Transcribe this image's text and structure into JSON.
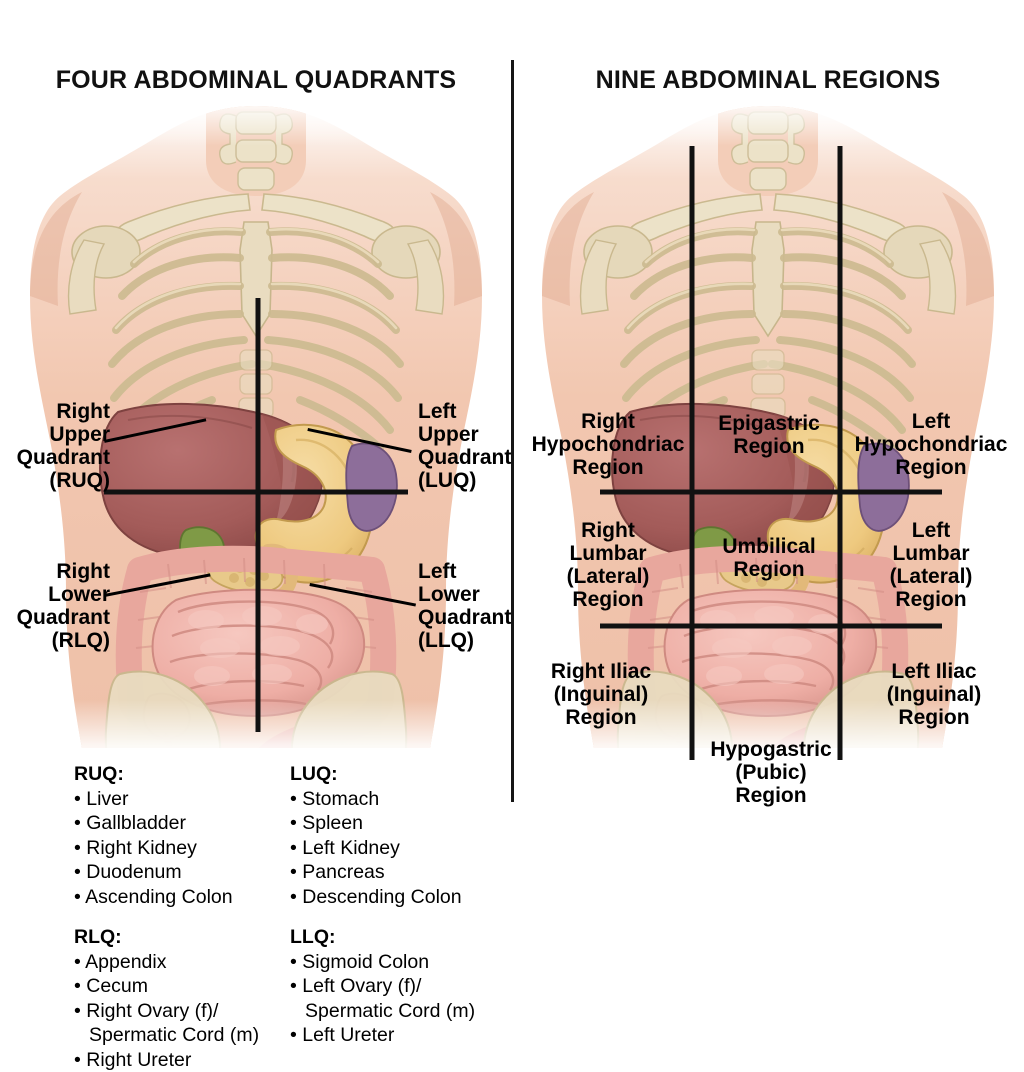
{
  "left_panel": {
    "title": "FOUR ABDOMINAL QUADRANTS",
    "labels": {
      "ruq": "Right\nUpper\nQuadrant\n(RUQ)",
      "luq": "Left\nUpper\nQuadrant\n(LUQ)",
      "rlq": "Right\nLower\nQuadrant\n(RLQ)",
      "llq": "Left\nLower\nQuadrant\n(LLQ)"
    },
    "organ_lists": [
      {
        "heading": "RUQ:",
        "items": [
          "Liver",
          "Gallbladder",
          "Right Kidney",
          "Duodenum",
          "Ascending Colon"
        ]
      },
      {
        "heading": "LUQ:",
        "items": [
          "Stomach",
          "Spleen",
          "Left Kidney",
          "Pancreas",
          "Descending Colon"
        ]
      },
      {
        "heading": "RLQ:",
        "items": [
          "Appendix",
          "Cecum",
          "Right Ovary (f)/",
          "Spermatic Cord (m)",
          "Right Ureter"
        ]
      },
      {
        "heading": "LLQ:",
        "items": [
          "Sigmoid Colon",
          "Left Ovary (f)/",
          "Spermatic Cord (m)",
          "Left Ureter"
        ]
      }
    ]
  },
  "right_panel": {
    "title": "NINE ABDOMINAL REGIONS",
    "labels": {
      "right_hypochondriac": "Right\nHypochondriac\nRegion",
      "epigastric": "Epigastric\nRegion",
      "left_hypochondriac": "Left\nHypochondriac\nRegion",
      "right_lumbar": "Right\nLumbar\n(Lateral)\nRegion",
      "umbilical": "Umbilical\nRegion",
      "left_lumbar": "Left\nLumbar\n(Lateral)\nRegion",
      "right_iliac": "Right Iliac\n(Inguinal)\nRegion",
      "hypogastric": "Hypogastric\n(Pubic)\nRegion",
      "left_iliac": "Left Iliac\n(Inguinal)\nRegion"
    }
  },
  "colors": {
    "background": "#ffffff",
    "skin": "#f0c4ae",
    "skin_light": "#f8ddd0",
    "bone": "#ece2c8",
    "bone_shade": "#dccfae",
    "liver": "#a85f5c",
    "liver_dark": "#8e4c4b",
    "stomach": "#f0cd85",
    "spleen": "#8d6e9a",
    "gallbladder": "#7f9a46",
    "intestine": "#efb0a8",
    "intestine_dark": "#d9918a",
    "colon": "#eeb2a8",
    "pancreas": "#e8c98a",
    "divider": "#151515",
    "text": "#000000"
  }
}
